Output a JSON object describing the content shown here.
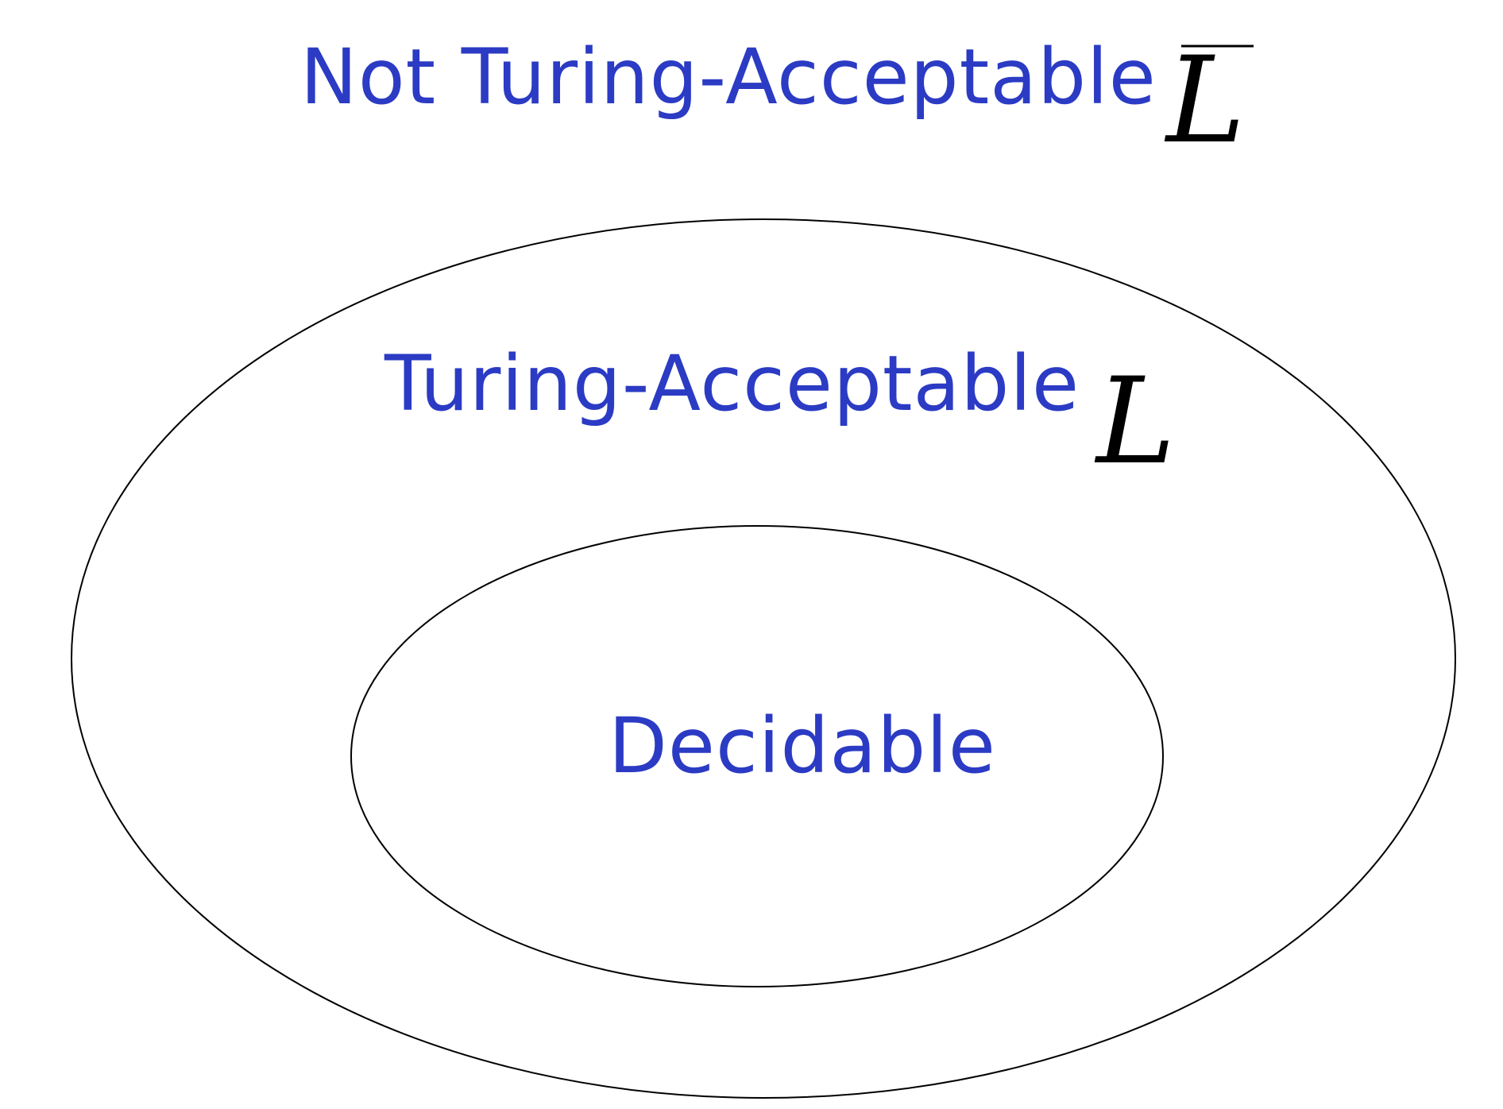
{
  "colors": {
    "label": "#2b3bc4",
    "symbol": "#000000",
    "outline": "#000000",
    "background": "#ffffff"
  },
  "regions": {
    "outside": {
      "label": "Not Turing-Acceptable",
      "symbol": "L",
      "symbol_overline": true
    },
    "outer": {
      "label": "Turing-Acceptable",
      "symbol": "L",
      "symbol_overline": false
    },
    "inner": {
      "label": "Decidable"
    }
  }
}
